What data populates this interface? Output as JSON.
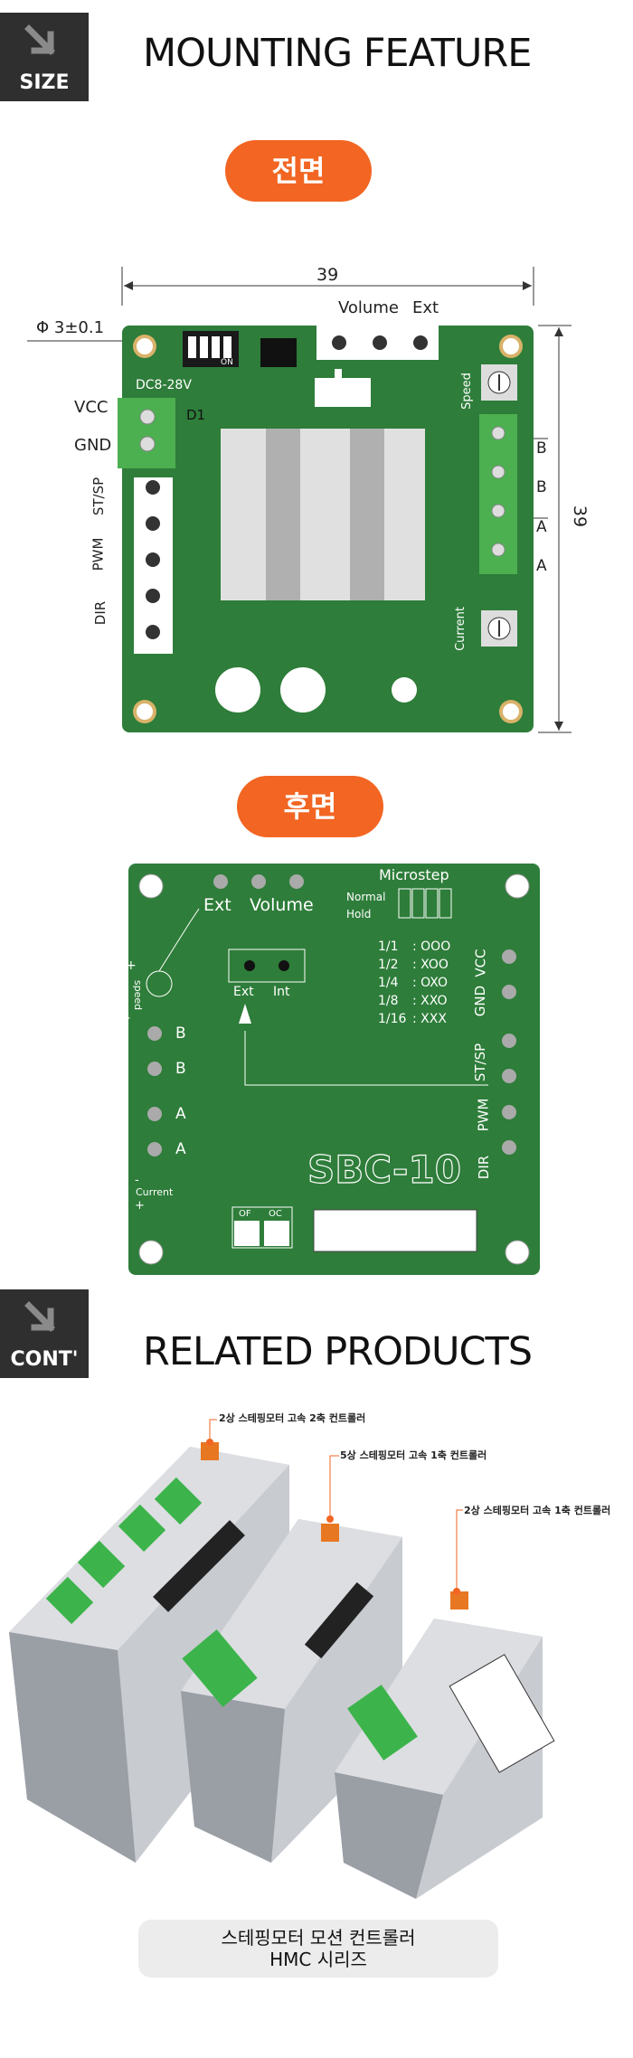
{
  "size_section": {
    "badge_label": "SIZE",
    "title": "MOUNTING FEATURE",
    "front_label": "전면",
    "back_label": "후면"
  },
  "front_board": {
    "width_dim": "39",
    "height_dim": "39",
    "hole_dim": "Φ 3±0.1",
    "top_labels": {
      "volume": "Volume",
      "ext": "Ext"
    },
    "dip_on": "ON",
    "power_label": "DC8-28V",
    "diode_label": "D1",
    "left_labels": [
      "VCC",
      "GND",
      "ST/SP",
      "PWM",
      "DIR"
    ],
    "speed_label": "Speed",
    "current_label": "Current",
    "right_labels": [
      "B",
      "B",
      "A",
      "A"
    ]
  },
  "back_board": {
    "top_labels": {
      "ext": "Ext",
      "volume": "Volume"
    },
    "microstep_title": "Microstep",
    "normal_label": "Normal",
    "hold_label": "Hold",
    "microstep_table": [
      {
        "step": "1/1",
        "code": ": OOO"
      },
      {
        "step": "1/2",
        "code": ": XOO"
      },
      {
        "step": "1/4",
        "code": ": OXO"
      },
      {
        "step": "1/8",
        "code": ": XXO"
      },
      {
        "step": "1/16",
        "code": ": XXX"
      }
    ],
    "jumper_labels": {
      "ext": "Ext",
      "int": "Int"
    },
    "speed_label": "speed",
    "plus": "+",
    "minus": "-",
    "current_label": "Current",
    "left_pins": [
      "B",
      "B",
      "A",
      "A"
    ],
    "right_labels": [
      "VCC",
      "GND",
      "ST/SP",
      "PWM",
      "DIR"
    ],
    "logo": "SBC-10",
    "switch_labels": [
      "OF",
      "OC"
    ]
  },
  "cont_section": {
    "badge_label": "CONT'",
    "title": "RELATED PRODUCTS",
    "callouts": [
      "2상 스테핑모터 고속 2축 컨트롤러",
      "5상 스테핑모터 고속 1축 컨트롤러",
      "2상 스테핑모터 고속 1축 컨트롤러"
    ],
    "caption_line1": "스테핑모터 모션 컨트롤러",
    "caption_line2": "HMC 시리즈"
  },
  "colors": {
    "pcb_green": "#2e7d3a",
    "accent_orange": "#f26522",
    "badge_dark": "#2f2f2f",
    "connector_green": "#4caf50"
  }
}
